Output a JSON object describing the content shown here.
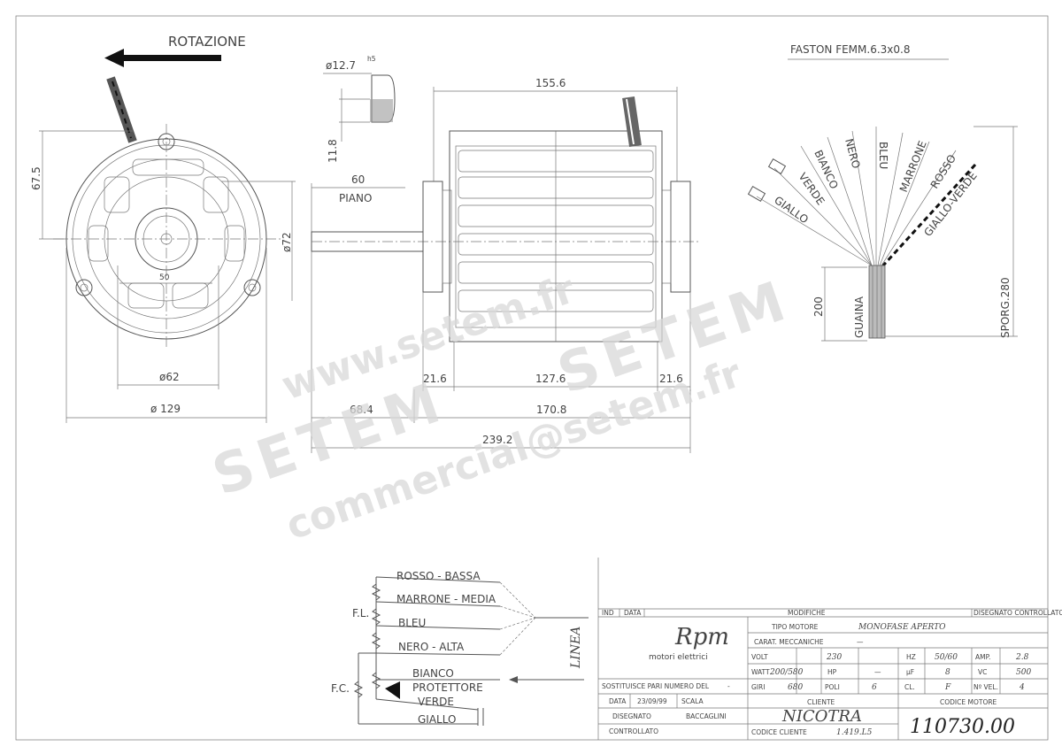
{
  "drawing": {
    "rotation_label": "ROTAZIONE",
    "faston_label": "FASTON FEMM.6.3x0.8",
    "shaft_dia": "ø12.7",
    "shaft_tol": "h5",
    "flat_depth": "11.8",
    "dims": {
      "d155": "155.6",
      "d60": "60",
      "piano": "PIANO",
      "d72": "ø72",
      "d67": "67.5",
      "d50": "50",
      "d62": "ø62",
      "d129": "ø 129",
      "d21a": "21.6",
      "d127": "127.6",
      "d21b": "21.6",
      "d68": "68.4",
      "d170": "170.8",
      "d239": "239.2",
      "d200": "200",
      "sporg": "SPORG.280"
    },
    "wires": [
      "GIALLO",
      "VERDE",
      "BIANCO",
      "NERO",
      "BLEU",
      "MARRONE",
      "ROSSO",
      "GIALLO-VERDE"
    ],
    "guaina": "GUAINA"
  },
  "schematic": {
    "rosso": "ROSSO - BASSA",
    "marrone": "MARRONE - MEDIA",
    "bleu": "BLEU",
    "nero": "NERO - ALTA",
    "bianco": "BIANCO",
    "protettore": "PROTETTORE",
    "verde": "VERDE",
    "giallo": "GIALLO",
    "fl": "F.L.",
    "fc": "F.C.",
    "linea": "LINEA"
  },
  "titleblock": {
    "ind": "IND",
    "data": "DATA",
    "modifiche": "MODIFICHE",
    "disegnato_controllato": "DISEGNATO  CONTROLLATO",
    "logo": "Rpm",
    "logo_sub": "motori elettrici",
    "tipo_motore_label": "TIPO MOTORE",
    "tipo_motore": "MONOFASE APERTO",
    "carat_label": "CARAT. MECCANICHE",
    "carat_value": "—",
    "volt_label": "VOLT",
    "volt": "230",
    "hz_label": "HZ",
    "hz": "50/60",
    "amp_label": "AMP.",
    "amp": "2.8",
    "watt_label": "WATT",
    "watt": "200/580",
    "hp_label": "HP",
    "hp": "—",
    "uf_label": "µF",
    "uf": "8",
    "vc_label": "VC",
    "vc": "500",
    "giri_label": "GIRI",
    "giri": "680",
    "poli_label": "POLI",
    "poli": "6",
    "cl_label": "CL.",
    "cl": "F",
    "nvel_label": "Nº VEL.",
    "nvel": "4",
    "sostituisce": "SOSTITUISCE PARI NUMERO DEL",
    "sostituisce_val": "-",
    "data_label": "DATA",
    "data_val": "23/09/99",
    "scala_label": "SCALA",
    "disegnato_label": "DISEGNATO",
    "disegnato_val": "BACCAGLINI",
    "controllato_label": "CONTROLLATO",
    "cliente_label": "CLIENTE",
    "cliente": "NICOTRA",
    "codice_cliente_label": "CODICE CLIENTE",
    "codice_cliente": "1.419.L5",
    "codice_motore_label": "CODICE MOTORE",
    "codice_motore": "110730.00"
  },
  "watermark": {
    "www": "www.setem.fr",
    "setem1": "SETEM",
    "setem2": "SETEM",
    "email": "commercial@setem.fr"
  }
}
